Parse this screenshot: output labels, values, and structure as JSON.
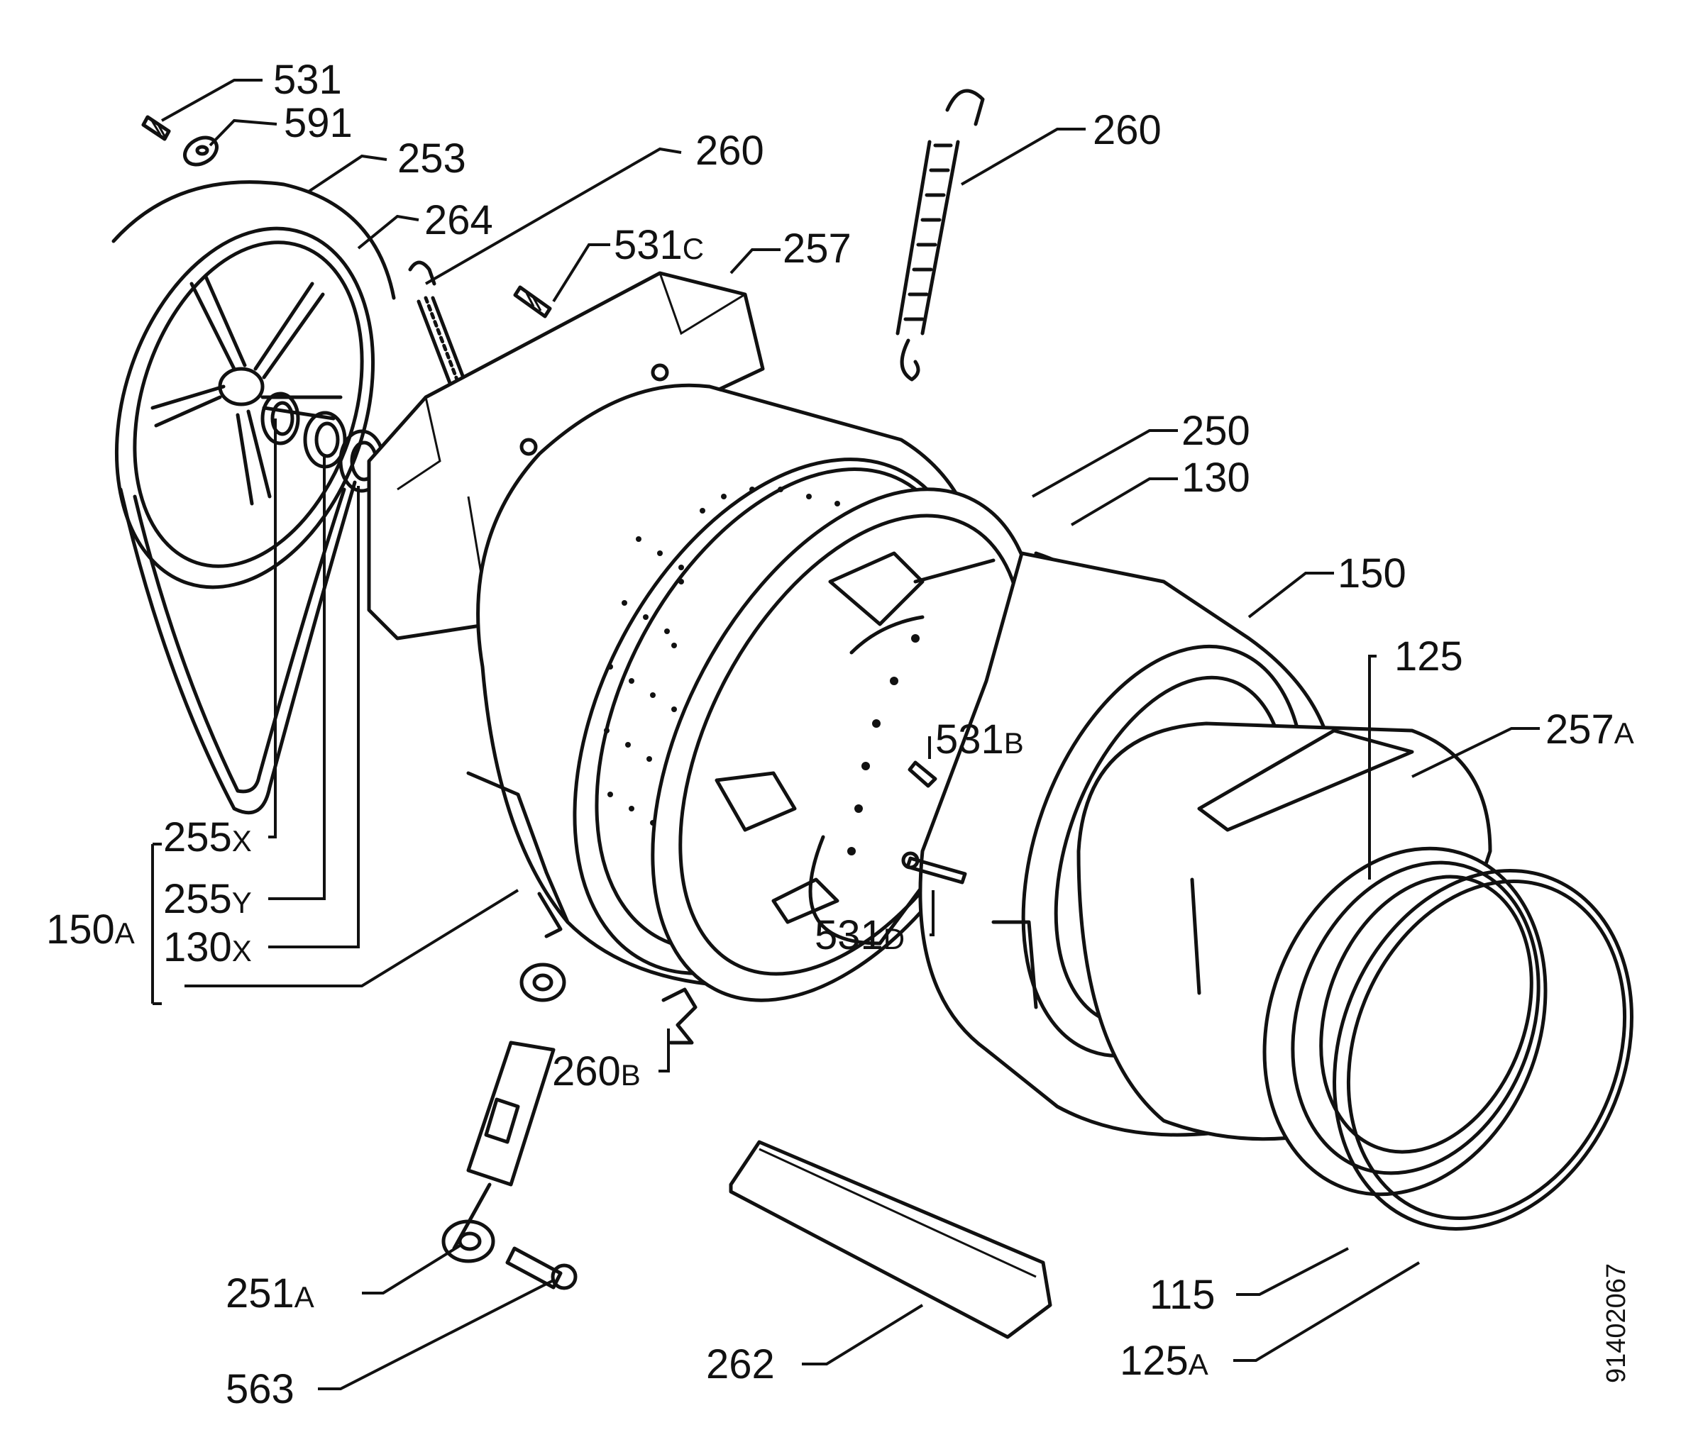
{
  "labels": [
    {
      "id": "l531",
      "main": "531",
      "suffix": ""
    },
    {
      "id": "l591",
      "main": "591",
      "suffix": ""
    },
    {
      "id": "l253",
      "main": "253",
      "suffix": ""
    },
    {
      "id": "l260a",
      "main": "260",
      "suffix": ""
    },
    {
      "id": "l264",
      "main": "264",
      "suffix": ""
    },
    {
      "id": "l531c",
      "main": "531",
      "suffix": "C"
    },
    {
      "id": "l257",
      "main": "257",
      "suffix": ""
    },
    {
      "id": "l260b",
      "main": "260",
      "suffix": ""
    },
    {
      "id": "l250",
      "main": "250",
      "suffix": ""
    },
    {
      "id": "l130",
      "main": "130",
      "suffix": ""
    },
    {
      "id": "l150",
      "main": "150",
      "suffix": ""
    },
    {
      "id": "l125",
      "main": "125",
      "suffix": ""
    },
    {
      "id": "l257a",
      "main": "257",
      "suffix": "A"
    },
    {
      "id": "l531b",
      "main": "531",
      "suffix": "B"
    },
    {
      "id": "l531d",
      "main": "531",
      "suffix": "D"
    },
    {
      "id": "l255x",
      "main": "255",
      "suffix": "X"
    },
    {
      "id": "l255y",
      "main": "255",
      "suffix": "Y"
    },
    {
      "id": "l130x",
      "main": "130",
      "suffix": "X"
    },
    {
      "id": "l150a",
      "main": "150",
      "suffix": "A"
    },
    {
      "id": "l260bb",
      "main": "260",
      "suffix": "B"
    },
    {
      "id": "l251a",
      "main": "251",
      "suffix": "A"
    },
    {
      "id": "l563",
      "main": "563",
      "suffix": ""
    },
    {
      "id": "l262",
      "main": "262",
      "suffix": ""
    },
    {
      "id": "l115",
      "main": "115",
      "suffix": ""
    },
    {
      "id": "l125a",
      "main": "125",
      "suffix": "A"
    }
  ],
  "drawing_number": "91402067"
}
